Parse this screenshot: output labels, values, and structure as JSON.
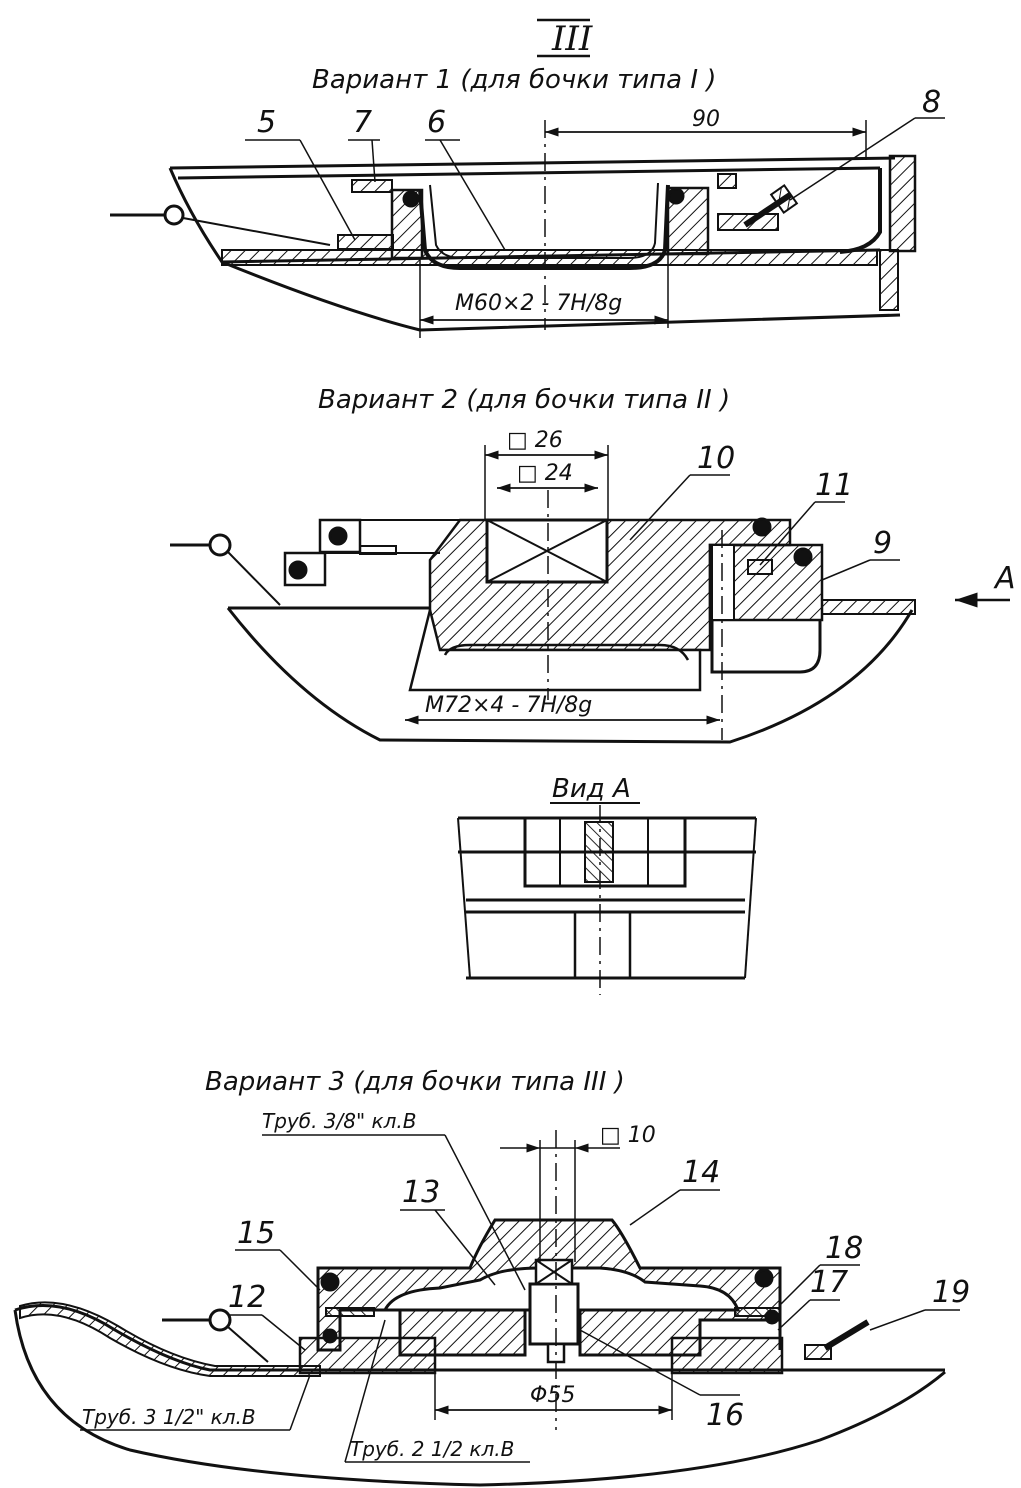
{
  "section_mark": "III",
  "variant1": {
    "title": "Вариант 1 (для бочки типа I )",
    "labels": [
      "5",
      "7",
      "6",
      "90",
      "8"
    ],
    "thread": "M60×2 - 7H/8g"
  },
  "variant2": {
    "title": "Вариант 2 (для бочки типа II )",
    "dims": [
      "□ 26",
      "□ 24"
    ],
    "labels": [
      "10",
      "11",
      "9"
    ],
    "arrow_label": "A",
    "thread": "M72×4 - 7H/8g"
  },
  "view_a": {
    "title": "Вид A"
  },
  "variant3": {
    "title": "Вариант 3 (для бочки типа III )",
    "pipe_top": "Труб. 3/8\" кл.B",
    "dim_square": "□ 10",
    "labels": [
      "14",
      "13",
      "15",
      "18",
      "12",
      "17",
      "19",
      "16"
    ],
    "diameter": "Φ55",
    "pipe_left": "Труб. 3 1/2\" кл.B",
    "pipe_bottom": "Труб. 2 1/2 кл.B"
  }
}
